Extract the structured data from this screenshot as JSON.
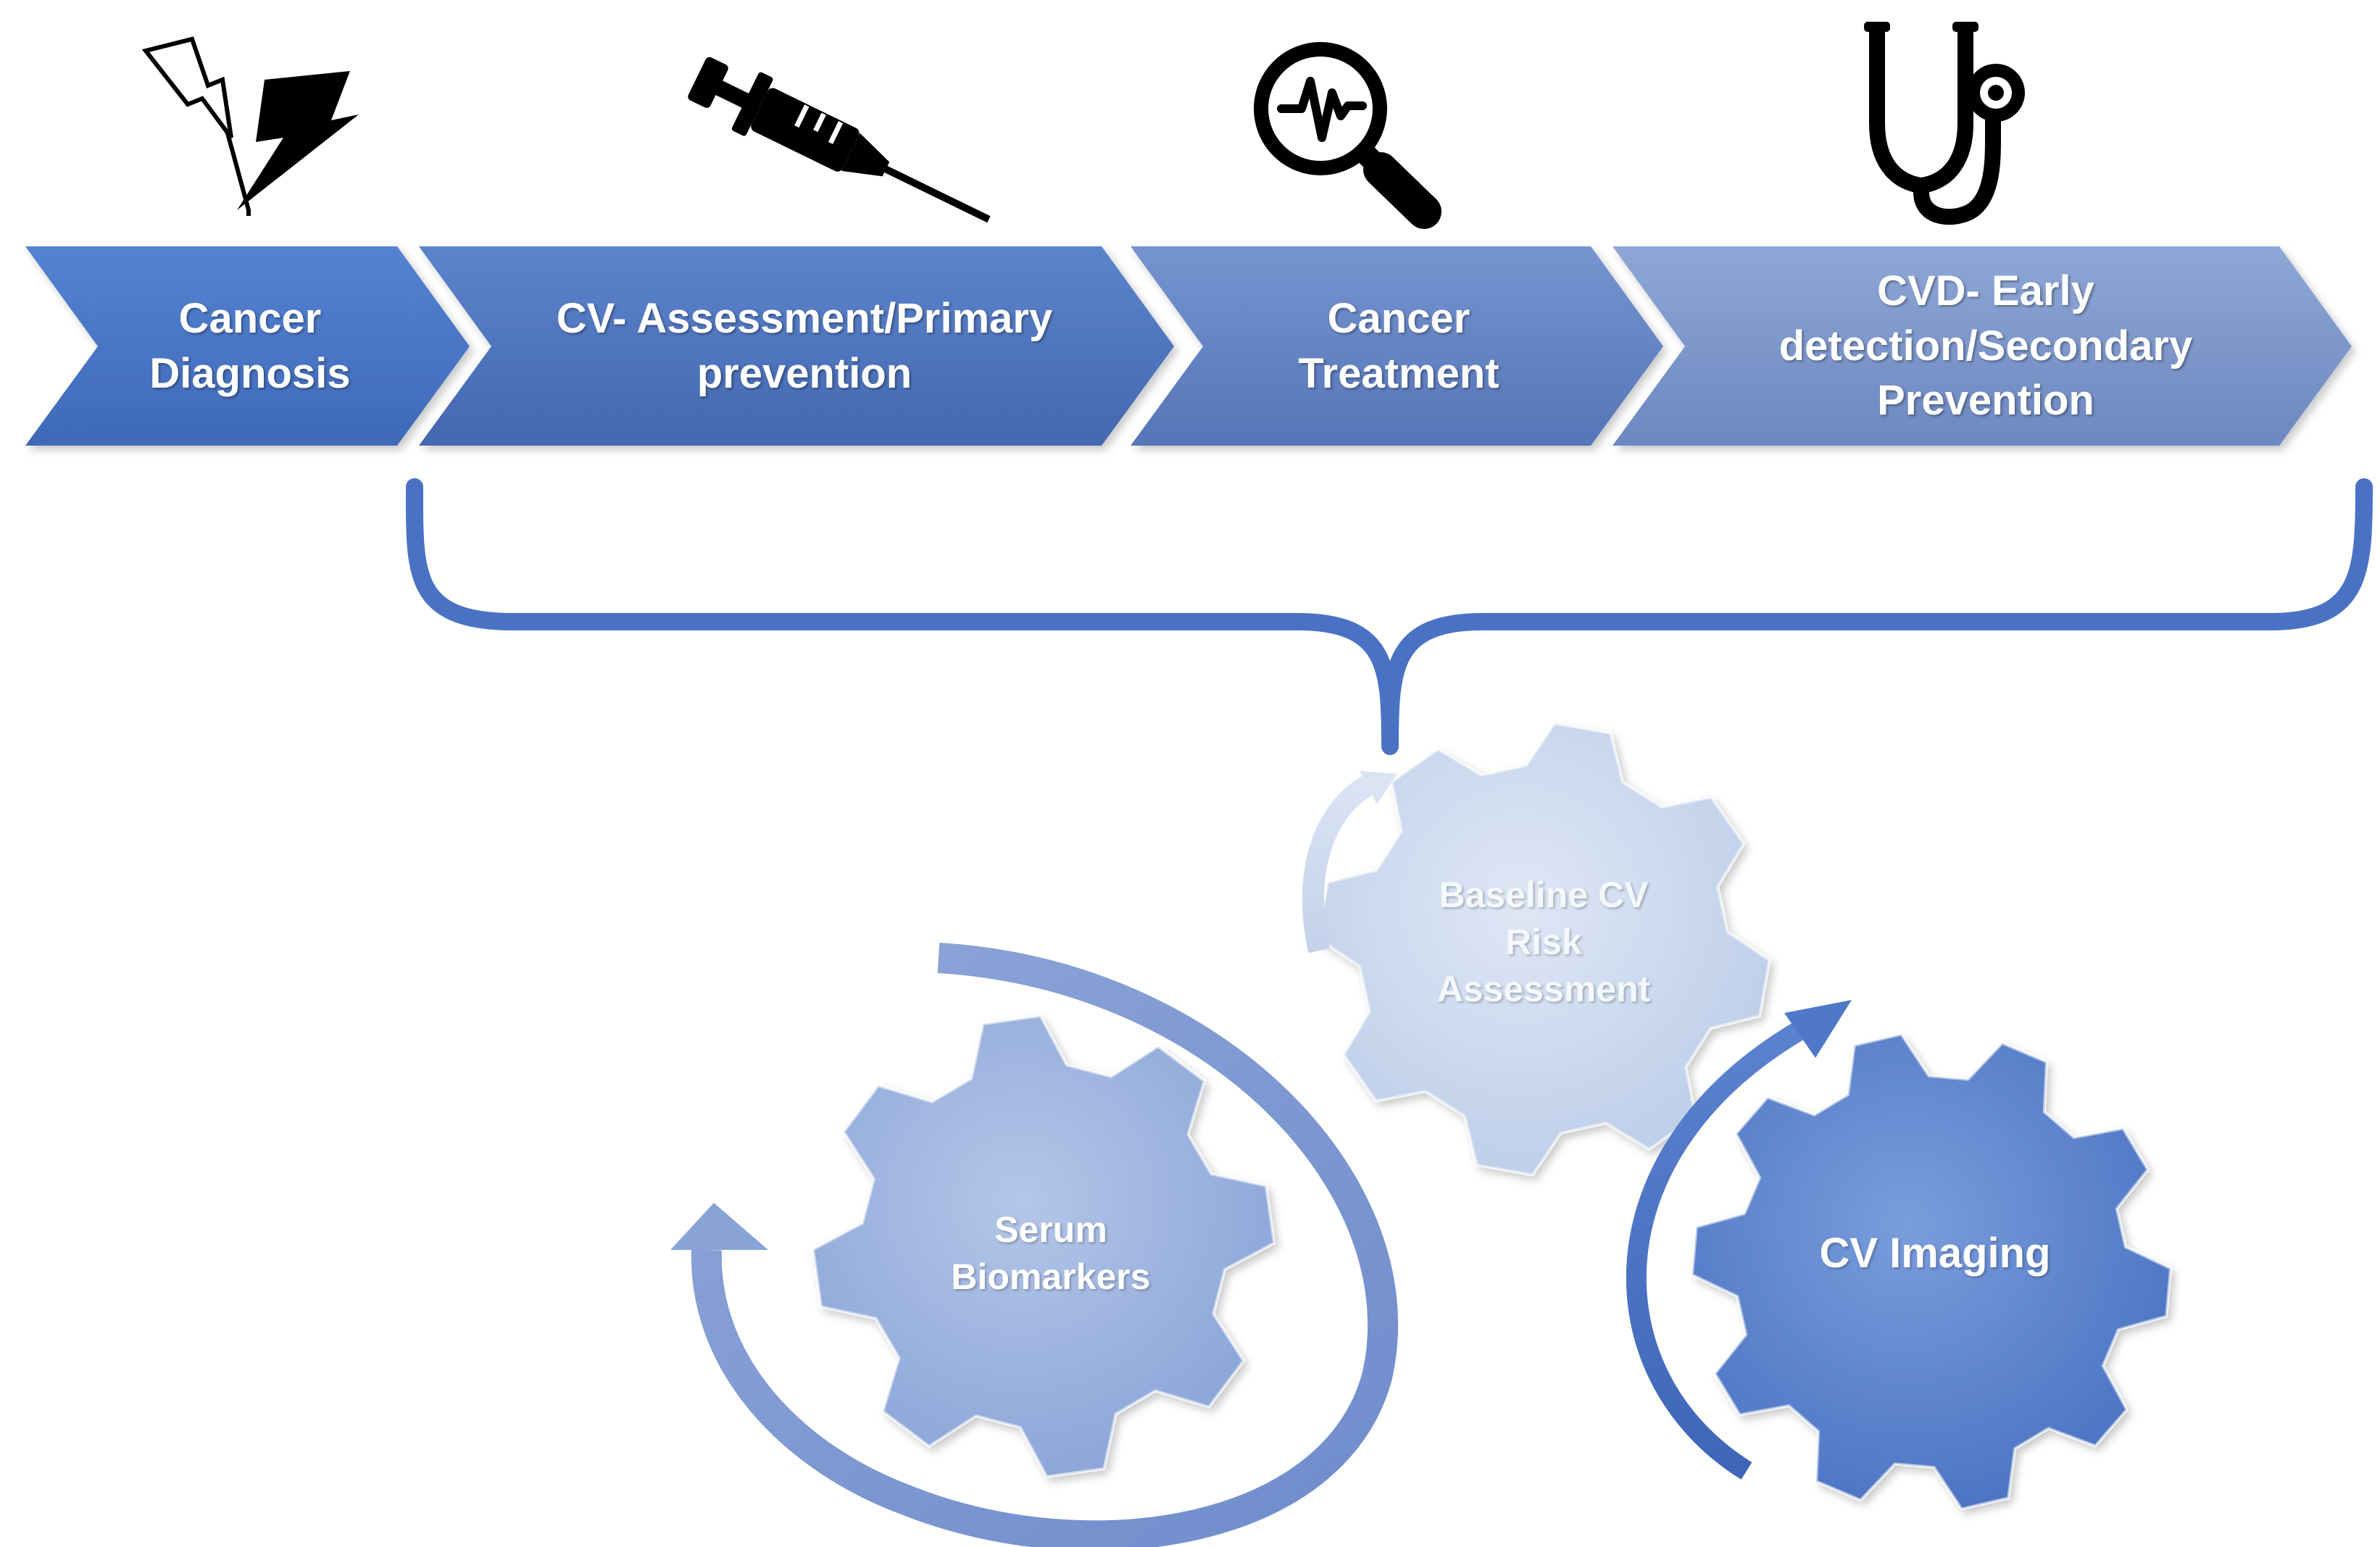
{
  "process_steps": [
    {
      "id": "cancer-diagnosis",
      "lines": [
        "Cancer",
        "Diagnosis"
      ],
      "icon": "lightning-icon",
      "color": "#4470c2"
    },
    {
      "id": "cv-assessment",
      "lines": [
        "CV- Assessment/Primary",
        "prevention"
      ],
      "icon": "syringe-icon",
      "color": "#4b74be"
    },
    {
      "id": "cancer-treatment",
      "lines": [
        "Cancer",
        "Treatment"
      ],
      "icon": "magnifier-heartbeat-icon",
      "color": "#6385c4"
    },
    {
      "id": "cvd-early-detection",
      "lines": [
        "CVD- Early",
        "detection/Secondary",
        "Prevention"
      ],
      "icon": "stethoscope-icon",
      "color": "#7d97c9"
    }
  ],
  "brace": {
    "color": "#4a72c4"
  },
  "gears": [
    {
      "id": "baseline-cv-risk",
      "lines": [
        "Baseline CV",
        "Risk",
        "Assessment"
      ],
      "color": "#cfdcef"
    },
    {
      "id": "serum-biomarkers",
      "lines": [
        "Serum",
        "Biomarkers"
      ],
      "color": "#9fb5e0"
    },
    {
      "id": "cv-imaging",
      "lines": [
        "CV Imaging"
      ],
      "color": "#5d84cf"
    }
  ]
}
